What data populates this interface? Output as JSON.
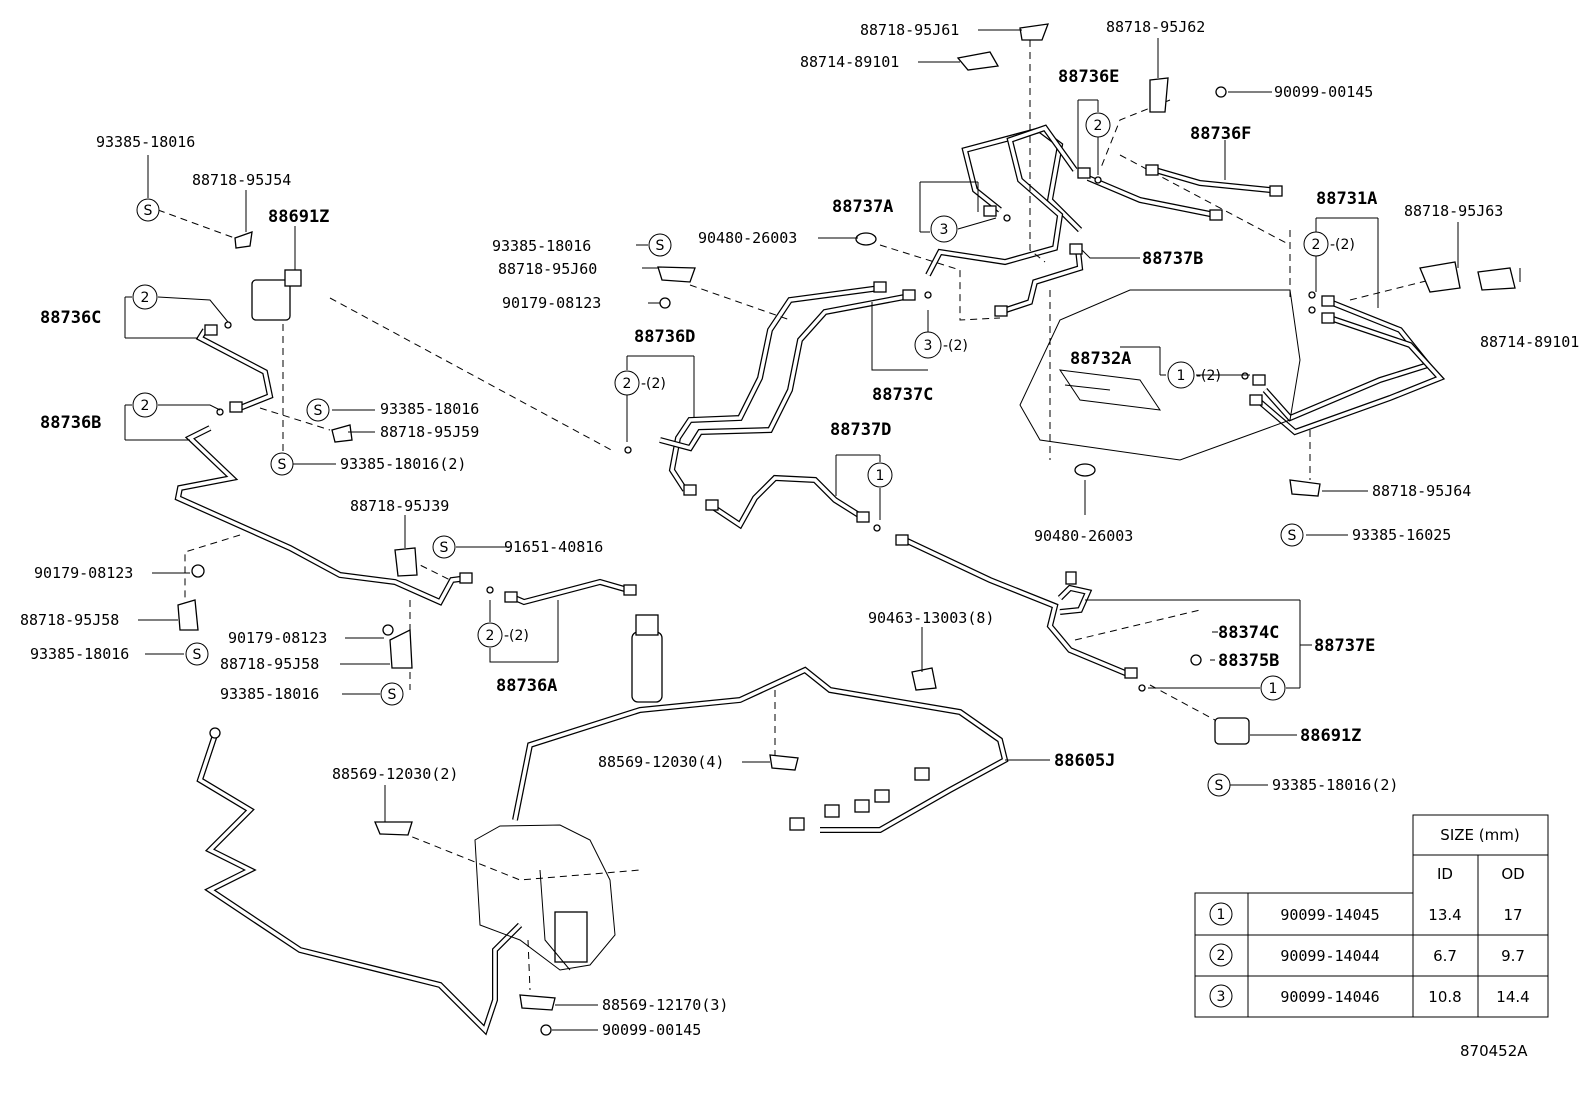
{
  "diagram_id": "870452A",
  "callouts": {
    "c_95J61": "88718-95J61",
    "c_89101_top": "88714-89101",
    "c_95J62": "88718-95J62",
    "c_00145_top": "90099-00145",
    "c_88736E": "88736E",
    "c_88736F": "88736F",
    "c_88731A": "88731A",
    "c_95J63": "88718-95J63",
    "c_89101_right": "88714-89101",
    "c_88737A": "88737A",
    "c_18016_mid": "93385-18016",
    "c_95J60": "88718-95J60",
    "c_08123_mid": "90179-08123",
    "c_26003_top": "90480-26003",
    "c_88737B": "88737B",
    "c_88736D": "88736D",
    "c_88737C": "88737C",
    "c_88732A": "88732A",
    "c_88737D": "88737D",
    "c_26003_bot": "90480-26003",
    "c_95J64": "88718-95J64",
    "c_16025": "93385-16025",
    "c_18016_tl": "93385-18016",
    "c_95J54": "88718-95J54",
    "c_88691Z_left": "88691Z",
    "c_88736C": "88736C",
    "c_88736B": "88736B",
    "c_18016_c1": "93385-18016",
    "c_95J59": "88718-95J59",
    "c_18016_c2": "93385-18016(2)",
    "c_95J39": "88718-95J39",
    "c_40816": "91651-40816",
    "c_08123_l": "90179-08123",
    "c_95J58_l": "88718-95J58",
    "c_18016_l": "93385-18016",
    "c_08123_c": "90179-08123",
    "c_95J58_c": "88718-95J58",
    "c_18016_c": "93385-18016",
    "c_88736A": "88736A",
    "c_13003": "90463-13003(8)",
    "c_88374C": "88374C",
    "c_88375B": "88375B",
    "c_88737E": "88737E",
    "c_88691Z_right": "88691Z",
    "c_18016_r": "93385-18016(2)",
    "c_12030_2": "88569-12030(2)",
    "c_12030_4": "88569-12030(4)",
    "c_88605J": "88605J",
    "c_12170": "88569-12170(3)",
    "c_00145_bot": "90099-00145"
  },
  "ring_tags": {
    "s": "S",
    "one": "1",
    "two": "2",
    "three": "3",
    "qty2": "-(2)"
  },
  "size_table": {
    "title": "SIZE (mm)",
    "col_id": "ID",
    "col_od": "OD",
    "rows": [
      {
        "ring": "1",
        "part": "90099-14045",
        "id": "13.4",
        "od": "17"
      },
      {
        "ring": "2",
        "part": "90099-14044",
        "id": "6.7",
        "od": "9.7"
      },
      {
        "ring": "3",
        "part": "90099-14046",
        "id": "10.8",
        "od": "14.4"
      }
    ]
  }
}
